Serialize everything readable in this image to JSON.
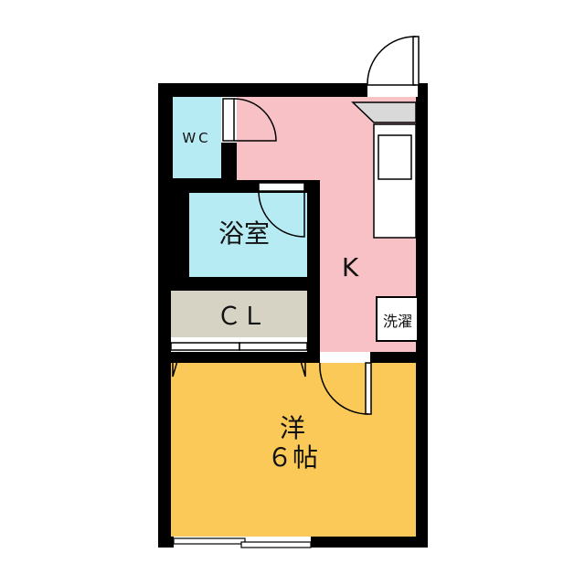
{
  "rooms": {
    "wc": {
      "label": "WC",
      "color": "#b7ebf3"
    },
    "bath": {
      "label": "浴室",
      "color": "#b7ebf3"
    },
    "closet": {
      "label": "ＣＬ",
      "color": "#d6d3c5"
    },
    "kitchen": {
      "label": "K",
      "color": "#f7c1c6"
    },
    "laundry": {
      "label": "洗濯",
      "color": "#ffffff"
    },
    "western": {
      "line1": "洋",
      "line2": "６帖",
      "color": "#fbc957"
    }
  },
  "colors": {
    "wall": "#000000",
    "counter": "#d9d9d9",
    "fixture": "#ffffff"
  }
}
